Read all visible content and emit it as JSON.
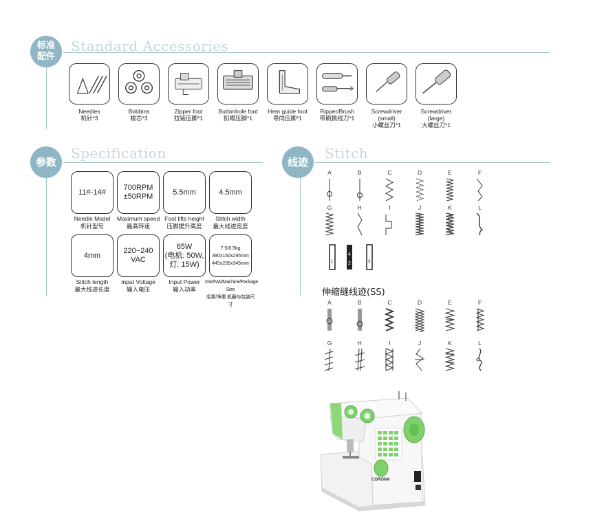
{
  "sections": {
    "accessories": {
      "badge": "标准\n配件",
      "title": "Standard Accessories"
    },
    "specification": {
      "badge": "参数",
      "title": "Specification"
    },
    "stitch": {
      "badge": "线迹",
      "title": "Stitch"
    }
  },
  "accessories": [
    {
      "en": "Needles",
      "zh": "机针*3"
    },
    {
      "en": "Bobbins",
      "zh": "梭芯*3"
    },
    {
      "en": "Zipper foot",
      "zh": "拉链压脚*1"
    },
    {
      "en": "Buttonhole foot",
      "zh": "扣眼压脚*1"
    },
    {
      "en": "Hem guide foot",
      "zh": "导向压脚*1"
    },
    {
      "en": "Ripper/Brush",
      "zh": "带刷挑线刀*1"
    },
    {
      "en": "Screwdriver\n(small)",
      "zh": "小螺丝刀*1"
    },
    {
      "en": "Screwdriver\n(large)",
      "zh": "大螺丝刀*1"
    }
  ],
  "specs": [
    {
      "value": "11#-14#",
      "en": "Needle Model",
      "zh": "机针型号"
    },
    {
      "value": "700RPM\n±50RPM",
      "en": "Maximum speed",
      "zh": "最高转速"
    },
    {
      "value": "5.5mm",
      "en": "Foot lifts height",
      "zh": "压脚提升高度"
    },
    {
      "value": "4.5mm",
      "en": "Stitch width",
      "zh": "最大线迹宽度"
    },
    {
      "value": "4mm",
      "en": "Stitch length",
      "zh": "最大线迹长度"
    },
    {
      "value": "220~240\nVAC",
      "en": "Input Voltage",
      "zh": "输入电压"
    },
    {
      "value": "65W\n(电机: 50W,\n灯: 15W)",
      "en": "Input Power",
      "zh": "输入功率"
    },
    {
      "value": "7.5/6.5kg\n390x150x295mm\n445x235x345mm",
      "en": "GW/NW/Machine/Package Size",
      "zh": "毛重/净重 机器与包装尺寸"
    }
  ],
  "stitch": {
    "letters_row1": [
      "A",
      "B",
      "C",
      "D",
      "E",
      "F"
    ],
    "letters_row2": [
      "G",
      "H",
      "I",
      "J",
      "K",
      "L"
    ],
    "buttonhole_marks": [
      "1",
      "4",
      "2",
      "3"
    ],
    "ss_title": "伸缩缝线迹(SS)",
    "ss_letters_row1": [
      "A",
      "B",
      "C",
      "D",
      "E",
      "F"
    ],
    "ss_letters_row2": [
      "G",
      "H",
      "I",
      "J",
      "K",
      "L"
    ]
  },
  "machine": {
    "brand_text": "CORONA"
  },
  "colors": {
    "accent_blue": "#8fb6c4",
    "machine_green": "#7fd26b"
  }
}
